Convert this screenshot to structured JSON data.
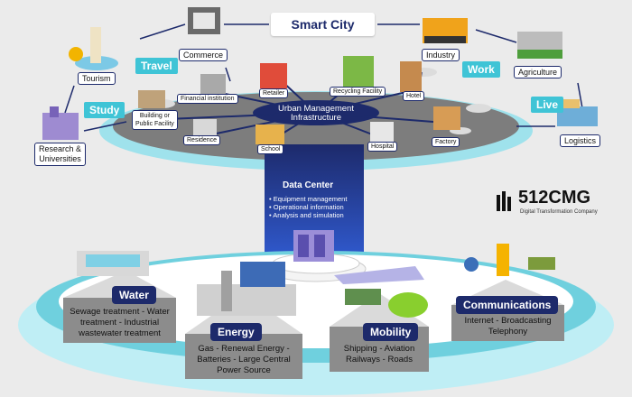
{
  "header": {
    "title": "Smart City"
  },
  "top_nodes": {
    "commerce": "Commerce",
    "tourism": "Tourism",
    "industry": "Industry",
    "agriculture": "Agriculture",
    "logistics": "Logistics",
    "research": [
      "Research &",
      "Universities"
    ]
  },
  "tags": {
    "travel": "Travel",
    "study": "Study",
    "work": "Work",
    "live": "Live"
  },
  "platform": {
    "center_title": [
      "Urban Management",
      "Infrastructure"
    ],
    "financial": "Financial institution",
    "retailer": "Retailer",
    "recycling": "Recycling Facility",
    "hotel": "Hotel",
    "building": [
      "Building or",
      "Public Facility"
    ],
    "residence": "Residence",
    "school": "School",
    "hospital": "Hospital",
    "factory": "Factory"
  },
  "data_center": {
    "title": "Data Center",
    "items": [
      "Equipment management",
      "Operational information",
      "Analysis and simulation"
    ]
  },
  "brand": {
    "name": "512CMG",
    "tagline": "Digital Transformation Company"
  },
  "bottom": {
    "water": {
      "title": "Water",
      "desc": [
        "Sewage treatment - Water",
        "treatment - Industrial",
        "wastewater treatment"
      ]
    },
    "energy": {
      "title": "Energy",
      "desc": [
        "Gas - Renewal Energy -",
        "Batteries - Large Central",
        "Power Source"
      ]
    },
    "mobility": {
      "title": "Mobility",
      "desc": [
        "Shipping - Aviation",
        "Railways - Roads"
      ]
    },
    "communications": {
      "title": "Communications",
      "desc": [
        "Internet - Broadcasting",
        "Telephony"
      ]
    }
  },
  "colors": {
    "navy": "#1d2a6b",
    "teal": "#3fc4d6",
    "platform": "#7f7f7f",
    "ring": "#8fdbe6"
  }
}
